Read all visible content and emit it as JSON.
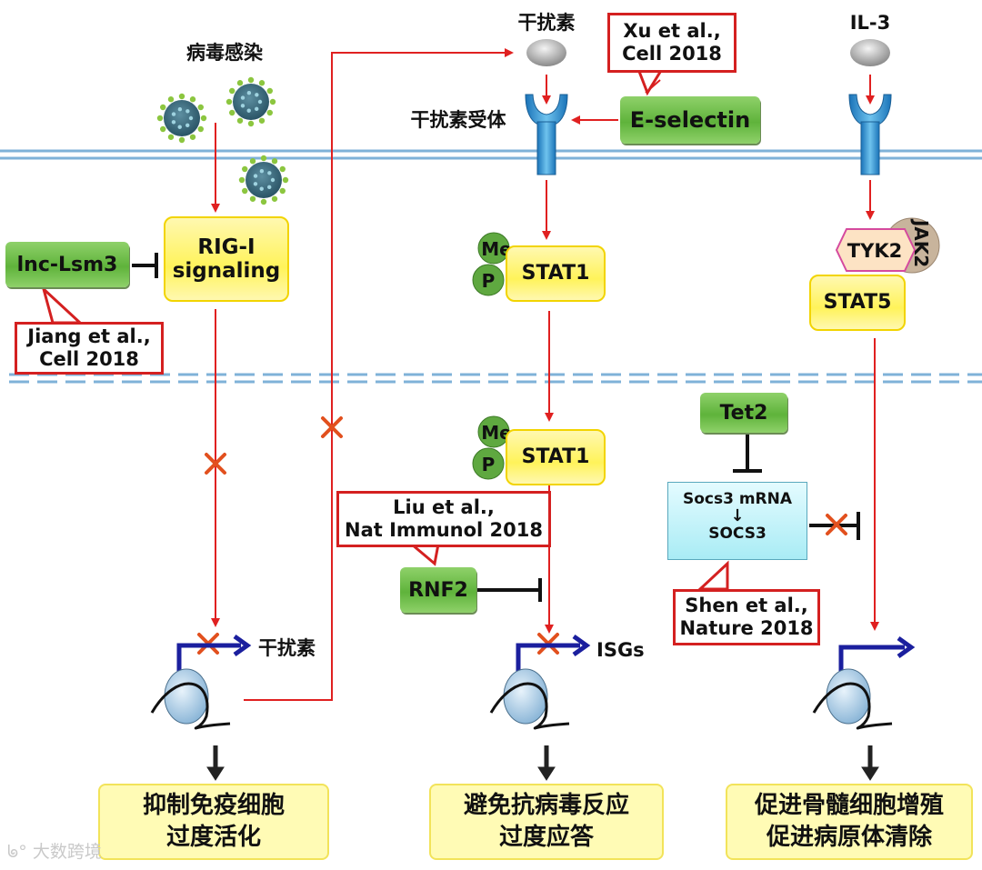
{
  "virus_infection": "病毒感染",
  "interferon_top": "干扰素",
  "il3": "IL-3",
  "ifn_receptor": "干扰素受体",
  "e_selectin": "E-selectin",
  "rig_i": "RIG-I\nsignaling",
  "lnc_lsm3": "lnc-Lsm3",
  "stat1": "STAT1",
  "me": "Me",
  "p": "P",
  "tyk2": "TYK2",
  "jak2": "JAK2",
  "stat5": "STAT5",
  "tet2": "Tet2",
  "socs3_mrna": "Socs3 mRNA",
  "socs3": "SOCS3",
  "rnf2": "RNF2",
  "ifn_gene": "干扰素",
  "isgs": "ISGs",
  "ref_xu": "Xu et al.,\nCell 2018",
  "ref_jiang": "Jiang et al.,\nCell 2018",
  "ref_liu": "Liu et al.,\nNat Immunol 2018",
  "ref_shen": "Shen et al.,\nNature 2018",
  "out_left": "抑制免疫细胞\n过度活化",
  "out_mid": "避免抗病毒反应\n过度应答",
  "out_right": "促进骨髓细胞增殖\n促进病原体清除",
  "watermark": "大数跨境",
  "colors": {
    "red": "#e02020",
    "blue": "#1b1f9e",
    "membrane": "#7fb2d8",
    "green": "#5fb33b",
    "yellow": "#fff35a"
  }
}
